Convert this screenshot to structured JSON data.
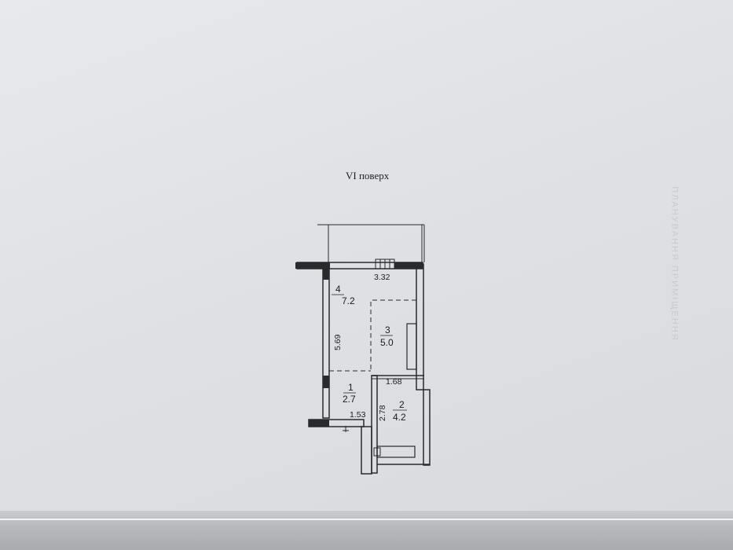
{
  "floor_title": "VI поверх",
  "stamp_text": "ПЛАНУВАННЯ ПРИМІЩЕННЯ",
  "rooms": [
    {
      "number": "4",
      "area": "7.2"
    },
    {
      "number": "3",
      "area": "5.0"
    },
    {
      "number": "1",
      "area": "2.7"
    },
    {
      "number": "2",
      "area": "4.2"
    }
  ],
  "dimensions": {
    "top_width": "3.32",
    "left_height": "5.69",
    "bathroom_width": "1.68",
    "bathroom_height": "2.78",
    "hall_width": "1.53"
  }
}
